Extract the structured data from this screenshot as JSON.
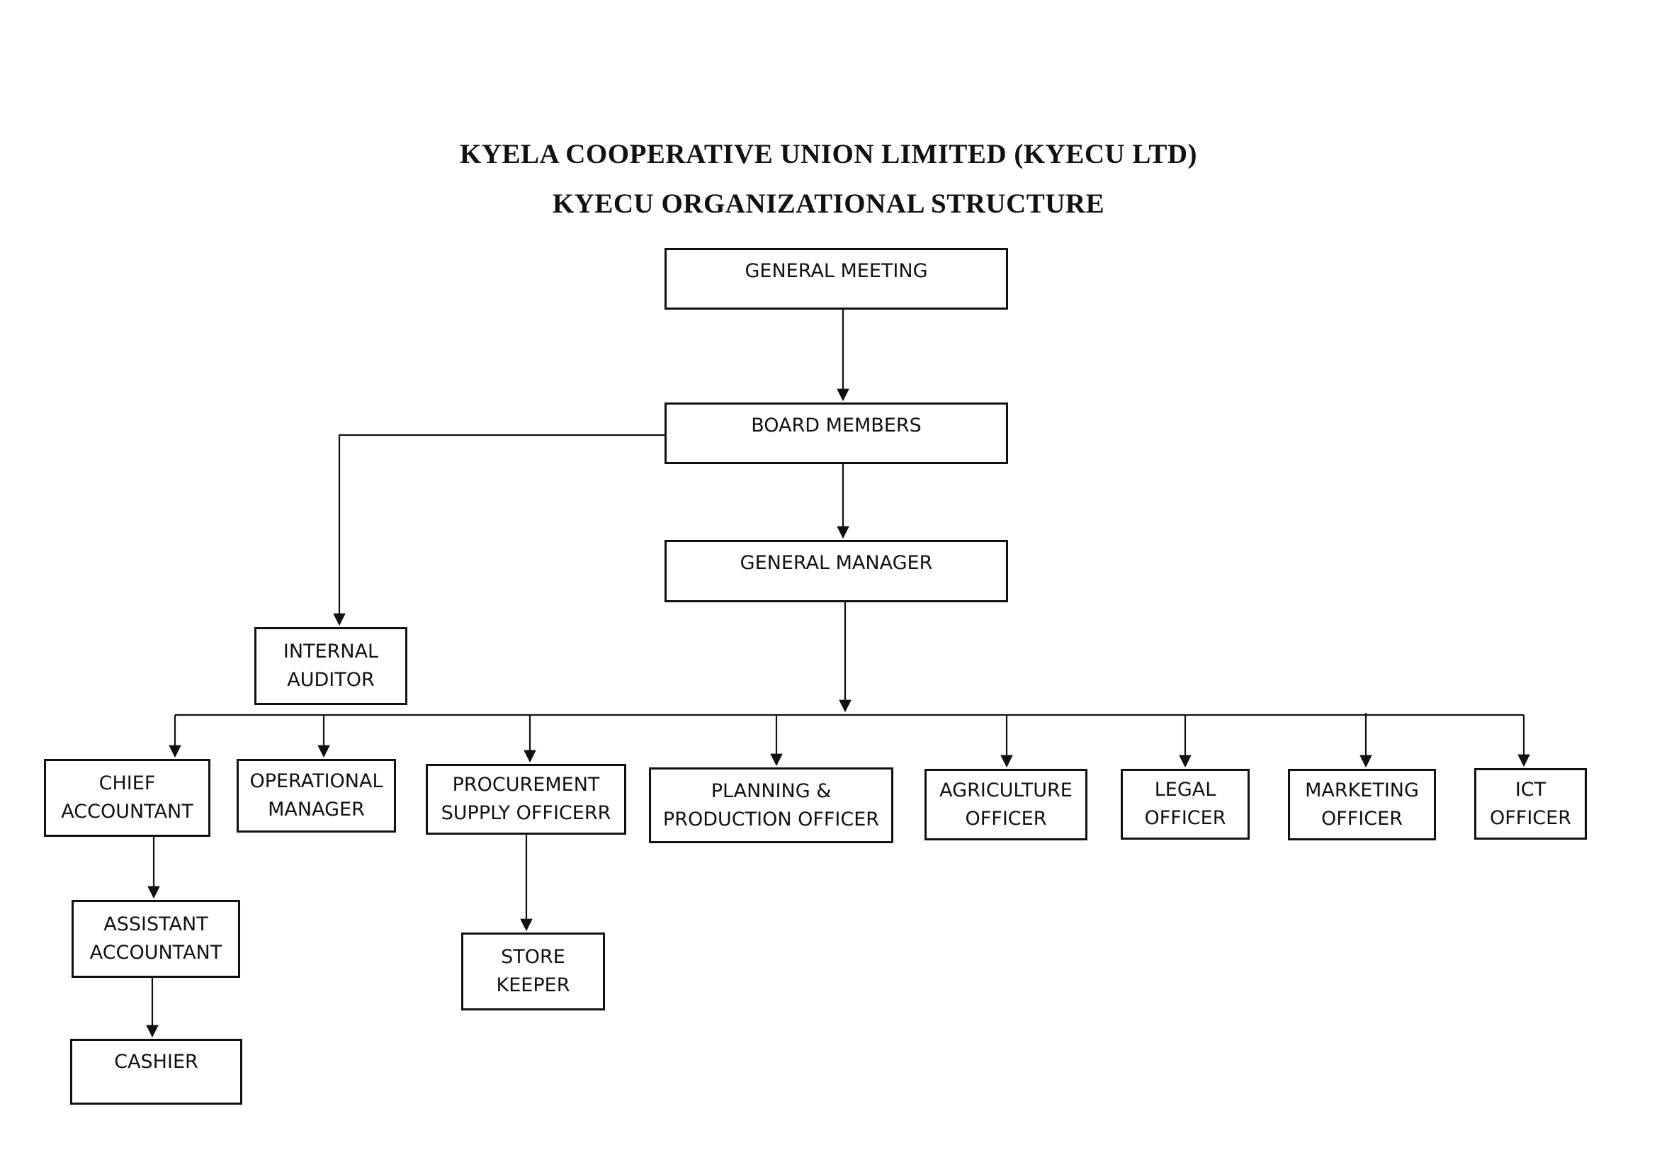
{
  "title": "KYELA COOPERATIVE UNION LIMITED (KYECU LTD)",
  "subtitle": "KYECU ORGANIZATIONAL STRUCTURE",
  "nodes": {
    "general_meeting": [
      "GENERAL MEETING"
    ],
    "board_members": [
      "BOARD MEMBERS"
    ],
    "general_manager": [
      "GENERAL MANAGER"
    ],
    "internal_auditor": [
      "INTERNAL",
      "AUDITOR"
    ],
    "chief_accountant": [
      "CHIEF",
      "ACCOUNTANT"
    ],
    "operational_manager": [
      "OPERATIONAL",
      "MANAGER"
    ],
    "procurement": [
      "PROCUREMENT",
      "SUPPLY OFFICERR"
    ],
    "planning": [
      "PLANNING &",
      "PRODUCTION OFFICER"
    ],
    "agriculture": [
      "AGRICULTURE",
      "OFFICER"
    ],
    "legal": [
      "LEGAL",
      "OFFICER"
    ],
    "marketing": [
      "MARKETING",
      "OFFICER"
    ],
    "ict": [
      "ICT",
      "OFFICER"
    ],
    "assistant_accountant": [
      "ASSISTANT",
      "ACCOUNTANT"
    ],
    "cashier": [
      "CASHIER"
    ],
    "store_keeper": [
      "STORE",
      "KEEPER"
    ]
  },
  "edges": [
    {
      "from": "GENERAL MEETING",
      "to": "BOARD MEMBERS"
    },
    {
      "from": "BOARD MEMBERS",
      "to": "GENERAL MANAGER"
    },
    {
      "from": "BOARD MEMBERS",
      "to": "INTERNAL AUDITOR"
    },
    {
      "from": "GENERAL MANAGER",
      "to": "CHIEF ACCOUNTANT"
    },
    {
      "from": "GENERAL MANAGER",
      "to": "OPERATIONAL MANAGER"
    },
    {
      "from": "GENERAL MANAGER",
      "to": "PROCUREMENT SUPPLY OFFICERR"
    },
    {
      "from": "GENERAL MANAGER",
      "to": "PLANNING & PRODUCTION OFFICER"
    },
    {
      "from": "GENERAL MANAGER",
      "to": "AGRICULTURE OFFICER"
    },
    {
      "from": "GENERAL MANAGER",
      "to": "LEGAL OFFICER"
    },
    {
      "from": "GENERAL MANAGER",
      "to": "MARKETING OFFICER"
    },
    {
      "from": "GENERAL MANAGER",
      "to": "ICT OFFICER"
    },
    {
      "from": "CHIEF ACCOUNTANT",
      "to": "ASSISTANT ACCOUNTANT"
    },
    {
      "from": "ASSISTANT ACCOUNTANT",
      "to": "CASHIER"
    },
    {
      "from": "PROCUREMENT SUPPLY OFFICERR",
      "to": "STORE KEEPER"
    }
  ],
  "colors": {
    "line": "#111111",
    "background": "#ffffff"
  }
}
